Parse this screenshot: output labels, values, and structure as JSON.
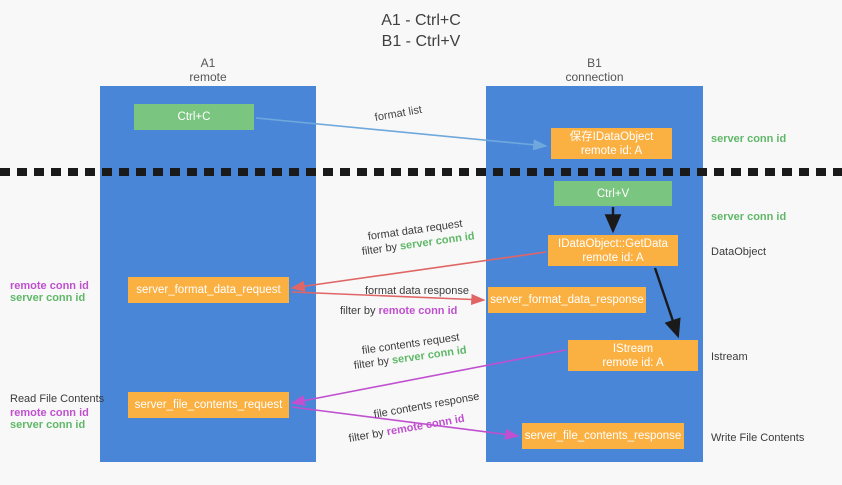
{
  "title": {
    "line1": "A1 - Ctrl+C",
    "line2": "B1 - Ctrl+V"
  },
  "columns": [
    {
      "name": "A1",
      "role": "remote"
    },
    {
      "name": "B1",
      "role": "connection"
    }
  ],
  "colors": {
    "lane": "#4a86d8",
    "orange_box": "#fbb042",
    "green_box": "#7ac57f",
    "server_conn_id": "#5fb868",
    "remote_conn_id": "#c050d0",
    "arrow_blue": "#6fa8dc",
    "arrow_red": "#e06666",
    "arrow_magenta": "#c050d0",
    "arrow_black": "#1a1a1a",
    "background": "#f8f8f8"
  },
  "boxes": {
    "ctrl_c": {
      "label": "Ctrl+C"
    },
    "save_idataobject": {
      "label": "保存IDataObject",
      "sub": "remote id: A"
    },
    "ctrl_v": {
      "label": "Ctrl+V"
    },
    "getdata": {
      "label": "IDataObject::GetData",
      "sub": "remote id: A"
    },
    "server_format_data_request": {
      "label": "server_format_data_request"
    },
    "server_format_data_response": {
      "label": "server_format_data_response"
    },
    "istream": {
      "label": "IStream",
      "sub": "remote id: A"
    },
    "server_file_contents_request": {
      "label": "server_file_contents_request"
    },
    "server_file_contents_response": {
      "label": "server_file_contents_response"
    }
  },
  "edge_labels": {
    "format_list": "format list",
    "format_data_request": "format data request",
    "format_data_request_filter_prefix": "filter by ",
    "format_data_request_filter_id": "server conn id",
    "format_data_response": "format data response",
    "format_data_response_filter_prefix": "filter by ",
    "format_data_response_filter_id": "remote conn id",
    "file_contents_request": "file contents request",
    "file_contents_request_filter_prefix": "filter by ",
    "file_contents_request_filter_id": "server conn id",
    "file_contents_response": "file contents response",
    "file_contents_response_filter_prefix": "filter by ",
    "file_contents_response_filter_id": "remote conn id"
  },
  "annotations": {
    "right": {
      "server_conn_id_top": "server conn id",
      "server_conn_id_mid": "server conn id",
      "dataobject": "DataObject",
      "istream": "Istream",
      "write_file_contents": "Write File Contents"
    },
    "left": {
      "remote_conn_id_1": "remote conn id",
      "server_conn_id_1": "server conn id",
      "read_file_contents": "Read File Contents",
      "remote_conn_id_2": "remote conn id",
      "server_conn_id_2": "server conn id"
    }
  }
}
